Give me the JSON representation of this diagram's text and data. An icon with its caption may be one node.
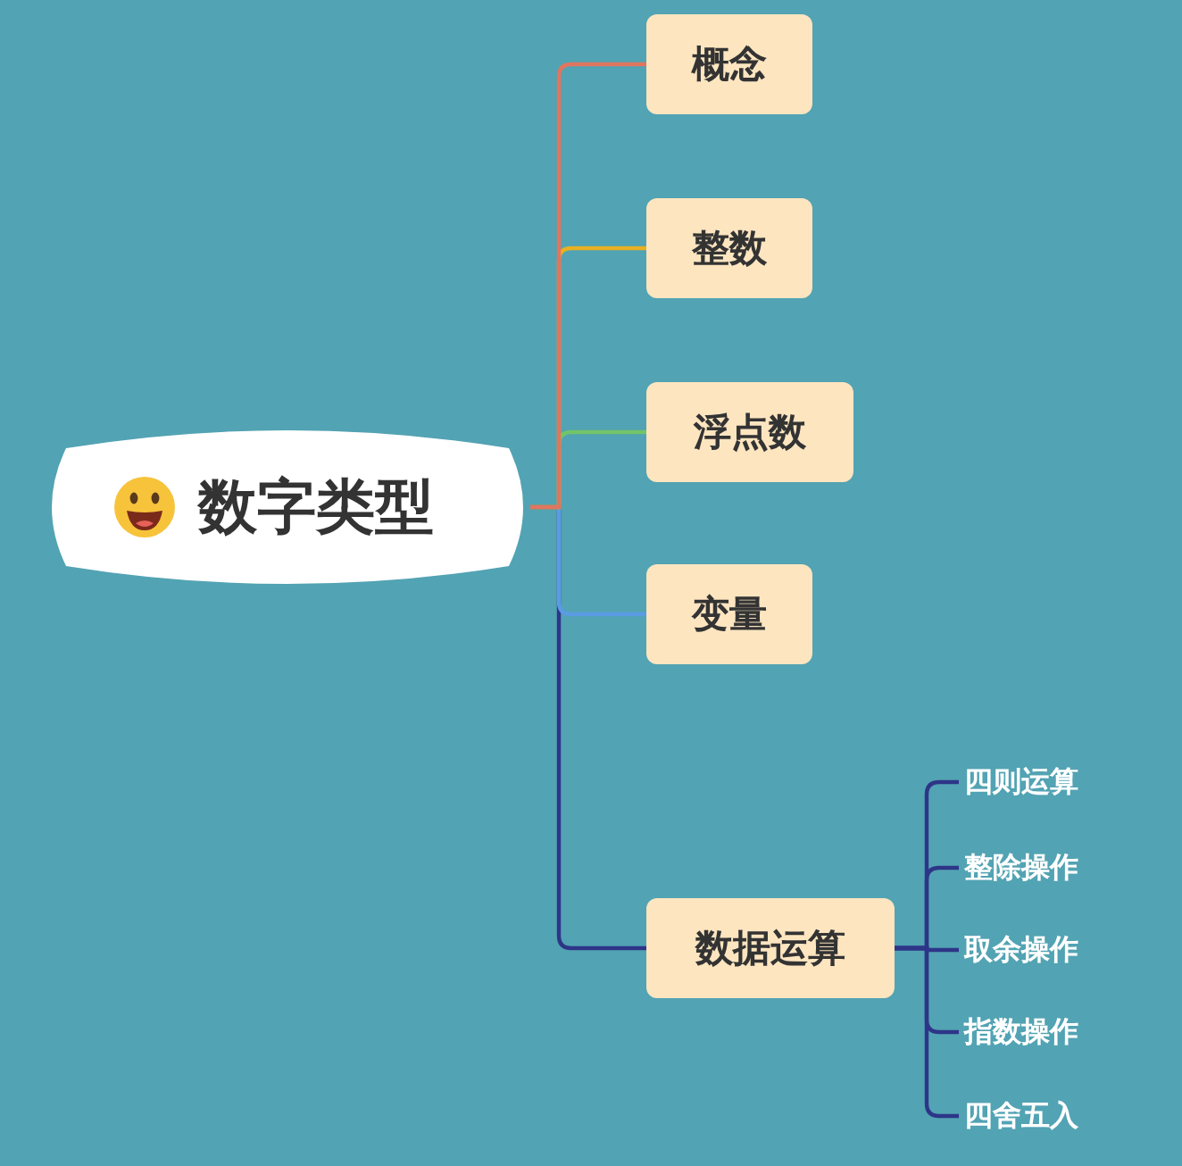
{
  "diagram": {
    "nodes": [
      {
        "text": [
          "数字类型"
        ]
      },
      {
        "text": [
          "概念"
        ]
      },
      {
        "text": [
          "整数"
        ]
      },
      {
        "text": [
          "浮点数"
        ]
      },
      {
        "text": [
          "变量"
        ]
      },
      {
        "text": [
          "数据运算"
        ]
      },
      {
        "text": [
          "四则运算"
        ]
      },
      {
        "text": [
          "整除操作"
        ]
      },
      {
        "text": [
          "取余操作"
        ]
      },
      {
        "text": [
          "指数操作"
        ]
      },
      {
        "text": [
          "四舍五入"
        ]
      }
    ],
    "edges": [
      {
        "from": 0,
        "to": 1,
        "arrow": "none",
        "color": "#e0755f"
      },
      {
        "from": 0,
        "to": 2,
        "arrow": "none",
        "color": "#e8b022"
      },
      {
        "from": 0,
        "to": 3,
        "arrow": "none",
        "color": "#72c46a"
      },
      {
        "from": 0,
        "to": 4,
        "arrow": "none",
        "color": "#5b9be4"
      },
      {
        "from": 0,
        "to": 5,
        "arrow": "none"
      },
      {
        "from": 5,
        "to": 6,
        "arrow": "none"
      },
      {
        "from": 5,
        "to": 7,
        "arrow": "none"
      },
      {
        "from": 5,
        "to": 8,
        "arrow": "none"
      },
      {
        "from": 5,
        "to": 9,
        "arrow": "none"
      },
      {
        "from": 5,
        "to": 10,
        "arrow": "none"
      }
    ]
  }
}
